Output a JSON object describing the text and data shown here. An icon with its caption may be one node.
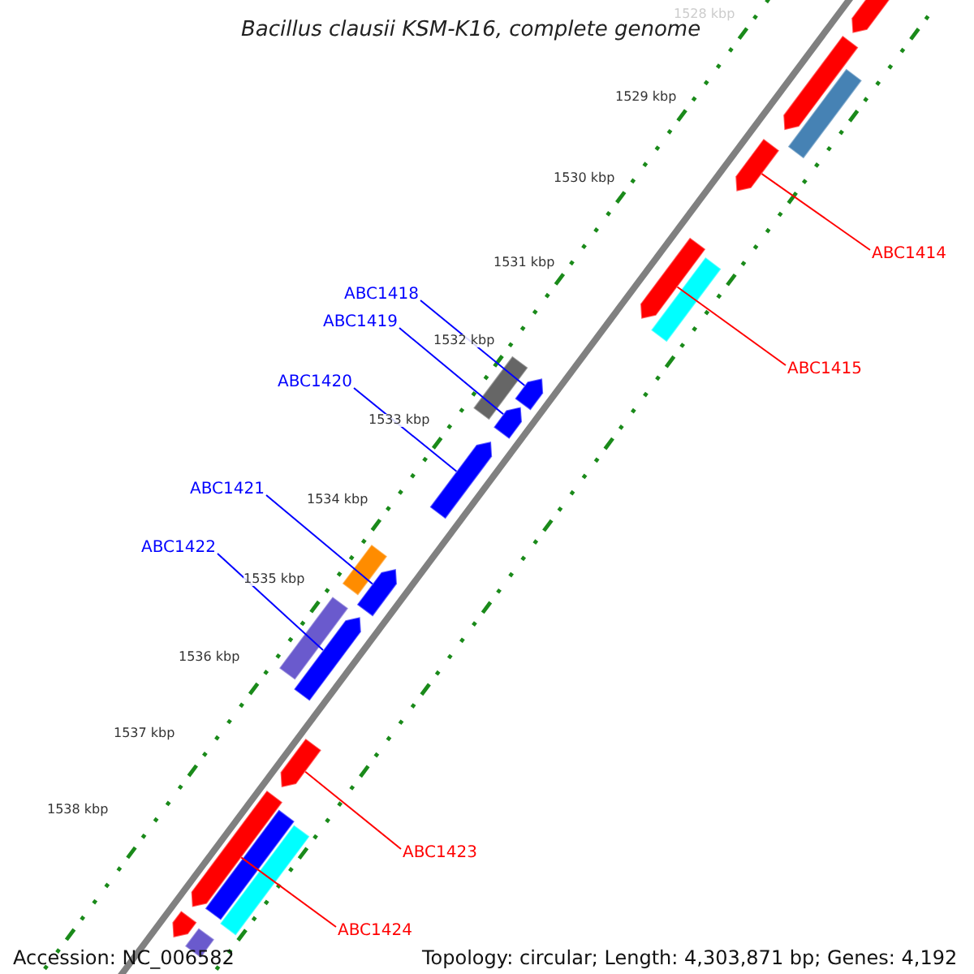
{
  "diagram": {
    "title": "Bacillus clausii KSM-K16, complete genome",
    "nodes": [
      {
        "text": [
          "ABC1414"
        ]
      },
      {
        "text": [
          "ABC1418"
        ]
      },
      {
        "text": [
          "ABC1419"
        ]
      },
      {
        "text": [
          "ABC1415"
        ]
      },
      {
        "text": [
          "ABC1420"
        ]
      },
      {
        "text": [
          "ABC1421"
        ]
      },
      {
        "text": [
          "ABC1422"
        ]
      },
      {
        "text": [
          "ABC1423"
        ]
      },
      {
        "text": [
          "ABC1424"
        ]
      },
      {
        "text": [],
        "shape": "pentagon"
      },
      {
        "text": [],
        "shape": "pentagon"
      },
      {
        "text": [],
        "shape": "bar"
      },
      {
        "text": [],
        "shape": "pentagon"
      },
      {
        "text": [],
        "shape": "pentagon"
      },
      {
        "text": [],
        "shape": "bar"
      },
      {
        "text": [],
        "shape": "bar"
      },
      {
        "text": [],
        "shape": "pentagon"
      },
      {
        "text": [],
        "shape": "pentagon"
      },
      {
        "text": [],
        "shape": "pentagon"
      },
      {
        "text": [],
        "shape": "bar"
      },
      {
        "text": [],
        "shape": "pentagon"
      },
      {
        "text": [],
        "shape": "bar"
      },
      {
        "text": [],
        "shape": "pentagon"
      },
      {
        "text": [],
        "shape": "pentagon"
      },
      {
        "text": [],
        "shape": "pentagon"
      },
      {
        "text": [],
        "shape": "bar"
      },
      {
        "text": [],
        "shape": "bar"
      },
      {
        "text": [],
        "shape": "pentagon"
      },
      {
        "text": [],
        "shape": "bar"
      }
    ],
    "edges": [
      {
        "from": 0,
        "to": 12,
        "arrow": "none",
        "color": "#ff0000"
      },
      {
        "from": 1,
        "to": 16,
        "arrow": "none"
      },
      {
        "from": 2,
        "to": 17,
        "arrow": "none"
      },
      {
        "from": 3,
        "to": 13,
        "arrow": "none",
        "color": "#ff0000"
      },
      {
        "from": 4,
        "to": 18,
        "arrow": "none"
      },
      {
        "from": 5,
        "to": 20,
        "arrow": "none"
      },
      {
        "from": 6,
        "to": 22,
        "arrow": "none"
      },
      {
        "from": 7,
        "to": 23,
        "arrow": "none",
        "color": "#ff0000"
      },
      {
        "from": 8,
        "to": 24,
        "arrow": "none",
        "color": "#ff0000"
      }
    ],
    "labels": [
      "1528 kbp",
      "1529 kbp",
      "1530 kbp",
      "1531 kbp",
      "1532 kbp",
      "1533 kbp",
      "1534 kbp",
      "1535 kbp",
      "1536 kbp",
      "1537 kbp",
      "1538 kbp",
      "Accession: NC_006582",
      "Topology: circular; Length: 4,303,871 bp; Genes: 4,192"
    ]
  }
}
